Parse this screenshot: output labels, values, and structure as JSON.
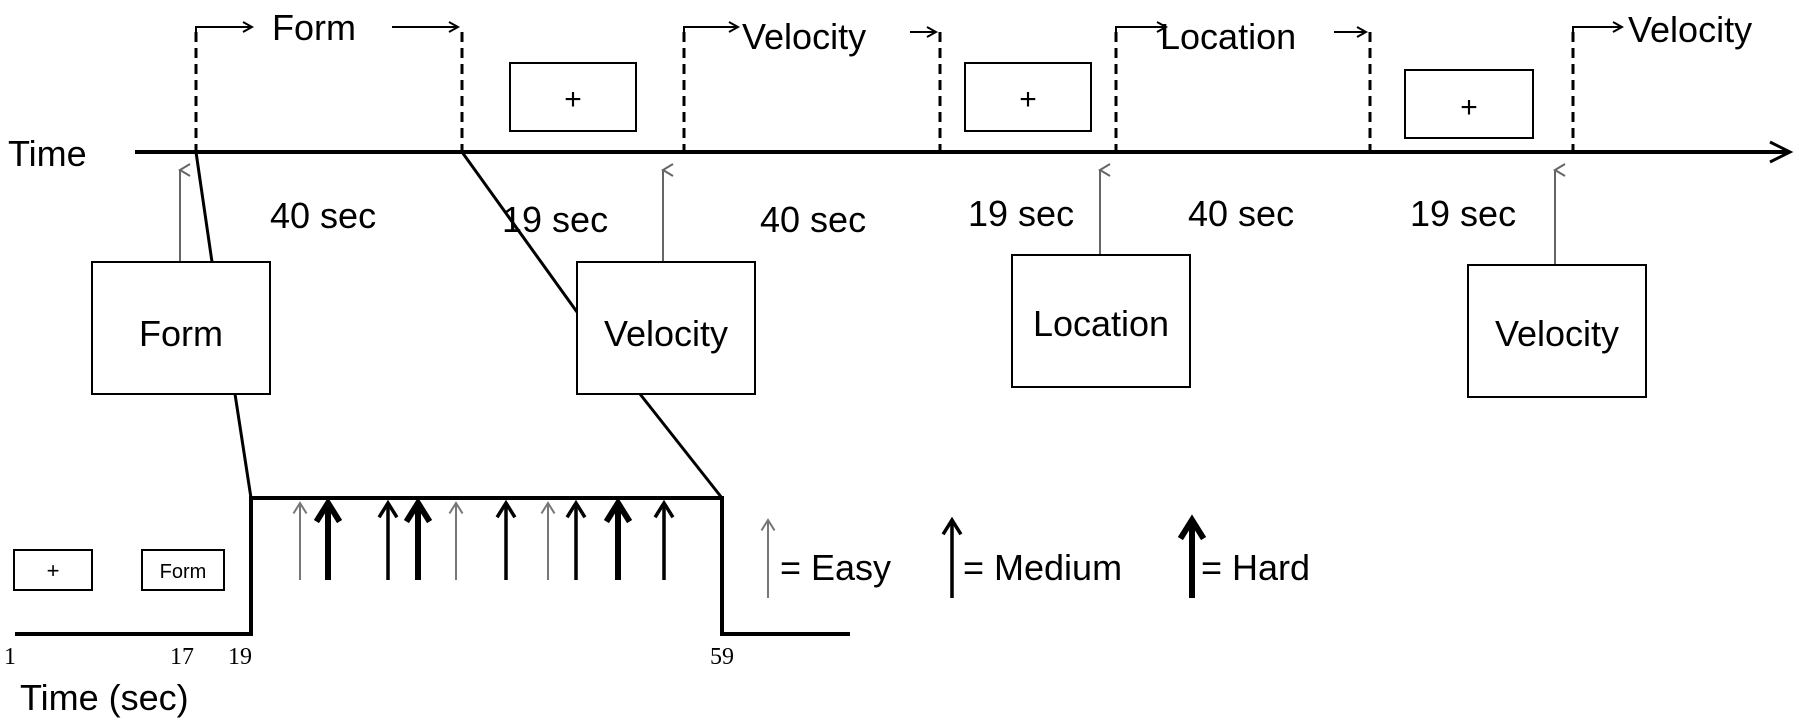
{
  "top_timeline": {
    "axis_label": "Time",
    "block_labels": [
      "Form",
      "Velocity",
      "Location",
      "Velocity"
    ],
    "durations": [
      "40 sec",
      "19 sec",
      "40 sec",
      "19 sec",
      "40 sec",
      "19 sec"
    ],
    "fixation_symbol": "+"
  },
  "cue_boxes": [
    "Form",
    "Velocity",
    "Location",
    "Velocity"
  ],
  "detail_timeline": {
    "fixation_symbol": "+",
    "cue_label": "Form",
    "tick_labels": [
      "1",
      "17",
      "19",
      "59"
    ],
    "axis_label": "Time (sec)",
    "trial_difficulties": [
      "easy",
      "hard",
      "medium",
      "hard",
      "easy",
      "medium",
      "easy",
      "medium",
      "hard",
      "medium"
    ]
  },
  "legend": {
    "easy": "= Easy",
    "medium": "= Medium",
    "hard": "= Hard"
  }
}
